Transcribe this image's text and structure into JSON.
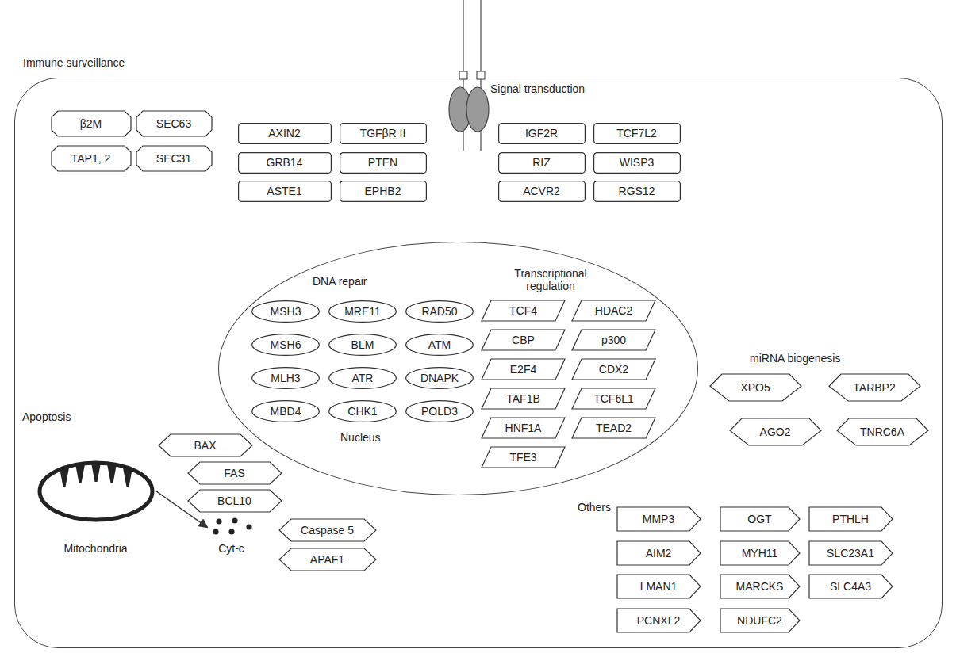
{
  "diagram": {
    "nodes": [
      {
        "text": [
          "Immune surveillance"
        ]
      },
      {
        "text": [
          "β2M"
        ],
        "in": 0
      },
      {
        "text": [
          "SEC63"
        ],
        "in": 0
      },
      {
        "text": [
          "TAP1, 2"
        ],
        "in": 0
      },
      {
        "text": [
          "SEC31"
        ],
        "in": 0
      },
      {
        "text": [
          "AXIN2"
        ],
        "in": 0
      },
      {
        "text": [
          "TGFβR II"
        ],
        "in": 0
      },
      {
        "text": [
          "IGF2R"
        ],
        "in": 0
      },
      {
        "text": [
          "TCF7L2"
        ],
        "in": 0
      },
      {
        "text": [
          "GRB14"
        ],
        "in": 0
      },
      {
        "text": [
          "PTEN"
        ],
        "in": 0
      },
      {
        "text": [
          "RIZ"
        ],
        "in": 0
      },
      {
        "text": [
          "WISP3"
        ],
        "in": 0
      },
      {
        "text": [
          "ASTE1"
        ],
        "in": 0
      },
      {
        "text": [
          "EPHB2"
        ],
        "in": 0
      },
      {
        "text": [
          "ACVR2"
        ],
        "in": 0
      },
      {
        "text": [
          "RGS12"
        ],
        "in": 0
      },
      {
        "text": [
          "DNA repair",
          "Transcriptional regulation",
          "Nucleus"
        ],
        "in": 0
      },
      {
        "text": [
          "MSH3"
        ],
        "in": 17
      },
      {
        "text": [
          "MRE11"
        ],
        "in": 17
      },
      {
        "text": [
          "RAD50"
        ],
        "in": 17
      },
      {
        "text": [
          "MSH6"
        ],
        "in": 17
      },
      {
        "text": [
          "BLM"
        ],
        "in": 17
      },
      {
        "text": [
          "ATM"
        ],
        "in": 17
      },
      {
        "text": [
          "MLH3"
        ],
        "in": 17
      },
      {
        "text": [
          "ATR"
        ],
        "in": 17
      },
      {
        "text": [
          "DNAPK"
        ],
        "in": 17
      },
      {
        "text": [
          "MBD4"
        ],
        "in": 17
      },
      {
        "text": [
          "CHK1"
        ],
        "in": 17
      },
      {
        "text": [
          "POLD3"
        ],
        "in": 17
      },
      {
        "text": [
          "TCF4"
        ],
        "in": 17
      },
      {
        "text": [
          "HDAC2"
        ],
        "in": 17
      },
      {
        "text": [
          "CBP"
        ],
        "in": 17
      },
      {
        "text": [
          "p300"
        ],
        "in": 17
      },
      {
        "text": [
          "E2F4"
        ],
        "in": 17
      },
      {
        "text": [
          "CDX2"
        ],
        "in": 17
      },
      {
        "text": [
          "TAF1B"
        ],
        "in": 17
      },
      {
        "text": [
          "TCF6L1"
        ],
        "in": 17
      },
      {
        "text": [
          "HNF1A"
        ],
        "in": 17
      },
      {
        "text": [
          "TEAD2"
        ],
        "in": 17
      },
      {
        "text": [
          "TFE3"
        ],
        "in": 17
      },
      {
        "text": [
          "XPO5"
        ],
        "in": 0
      },
      {
        "text": [
          "TARBP2"
        ],
        "in": 0
      },
      {
        "text": [
          "AGO2"
        ],
        "in": 0
      },
      {
        "text": [
          "TNRC6A"
        ],
        "in": 0
      },
      {
        "text": [
          "BAX"
        ],
        "in": 0
      },
      {
        "text": [
          "FAS"
        ],
        "in": 0
      },
      {
        "text": [
          "BCL10"
        ],
        "in": 0
      },
      {
        "text": [
          "Caspase 5"
        ],
        "in": 0
      },
      {
        "text": [
          "APAF1"
        ],
        "in": 0
      },
      {
        "text": [
          "Mitochondria"
        ],
        "in": 0
      },
      {
        "text": [
          "Cyt-c"
        ],
        "in": 0
      },
      {
        "text": [
          "MMP3"
        ],
        "in": 0
      },
      {
        "text": [
          "OGT"
        ],
        "in": 0
      },
      {
        "text": [
          "PTHLH"
        ],
        "in": 0
      },
      {
        "text": [
          "AIM2"
        ],
        "in": 0
      },
      {
        "text": [
          "MYH11"
        ],
        "in": 0
      },
      {
        "text": [
          "SLC23A1"
        ],
        "in": 0
      },
      {
        "text": [
          "LMAN1"
        ],
        "in": 0
      },
      {
        "text": [
          "MARCKS"
        ],
        "in": 0
      },
      {
        "text": [
          "SLC4A3"
        ],
        "in": 0
      },
      {
        "text": [
          "PCNXL2"
        ],
        "in": 0
      },
      {
        "text": [
          "NDUFC2"
        ],
        "in": 0
      }
    ],
    "edges": [
      {
        "from": 50,
        "to": 51,
        "arrow": "to"
      }
    ],
    "labels": [
      "Signal transduction",
      "miRNA biogenesis",
      "Apoptosis",
      "Others"
    ]
  }
}
